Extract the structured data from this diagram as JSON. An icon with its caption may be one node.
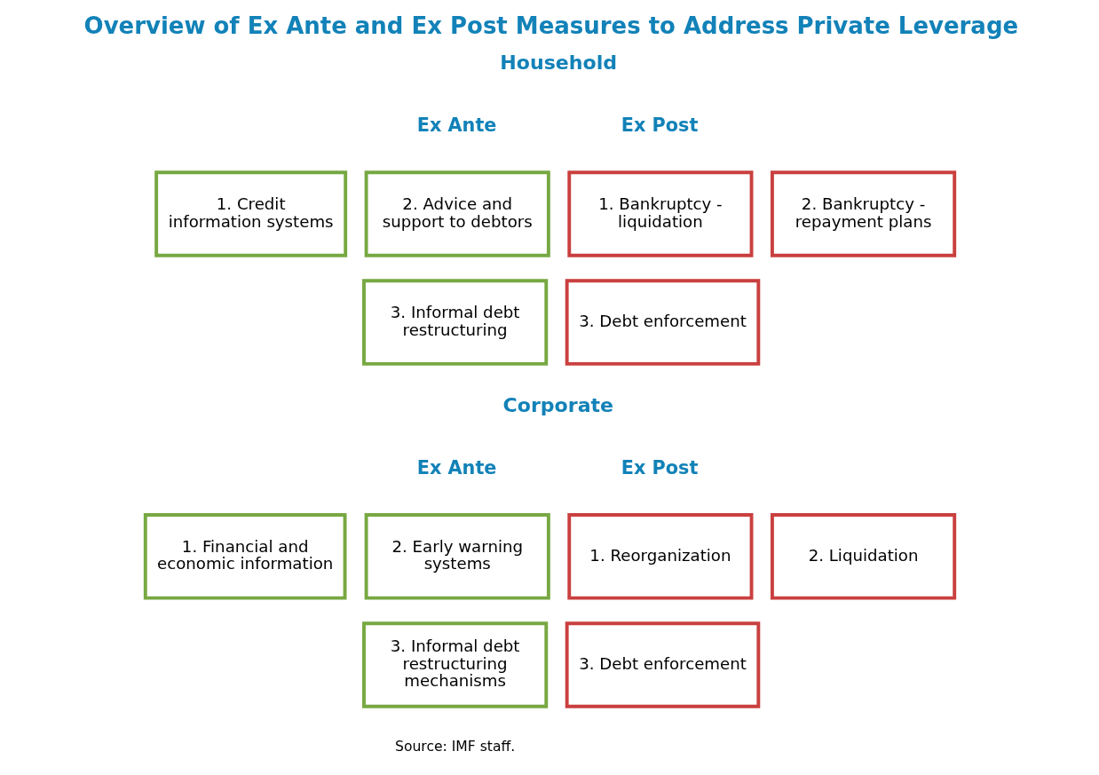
{
  "diagram": {
    "title": "Overview of Ex Ante and Ex Post Measures to Address Private Leverage",
    "caption": "Source: IMF staff.",
    "nodes": [
      {
        "text": [
          "1. Credit information systems"
        ]
      },
      {
        "text": [
          "2. Advice and support to debtors"
        ]
      },
      {
        "text": [
          "3. Informal debt restructuring"
        ]
      },
      {
        "text": [
          "1. Bankruptcy - liquidation"
        ]
      },
      {
        "text": [
          "2. Bankruptcy - repayment plans"
        ]
      },
      {
        "text": [
          "3. Debt enforcement"
        ]
      },
      {
        "text": [
          "1. Financial and economic information"
        ]
      },
      {
        "text": [
          "2. Early warning systems"
        ]
      },
      {
        "text": [
          "3. Informal debt restructuring mechanisms"
        ]
      },
      {
        "text": [
          "1. Reorganization"
        ]
      },
      {
        "text": [
          "2. Liquidation"
        ]
      },
      {
        "text": [
          "3. Debt enforcement"
        ]
      }
    ],
    "edges": [],
    "labels": [
      "Household",
      "Ex Ante",
      "Ex Post",
      "Corporate",
      "Ex Ante",
      "Ex Post"
    ]
  }
}
